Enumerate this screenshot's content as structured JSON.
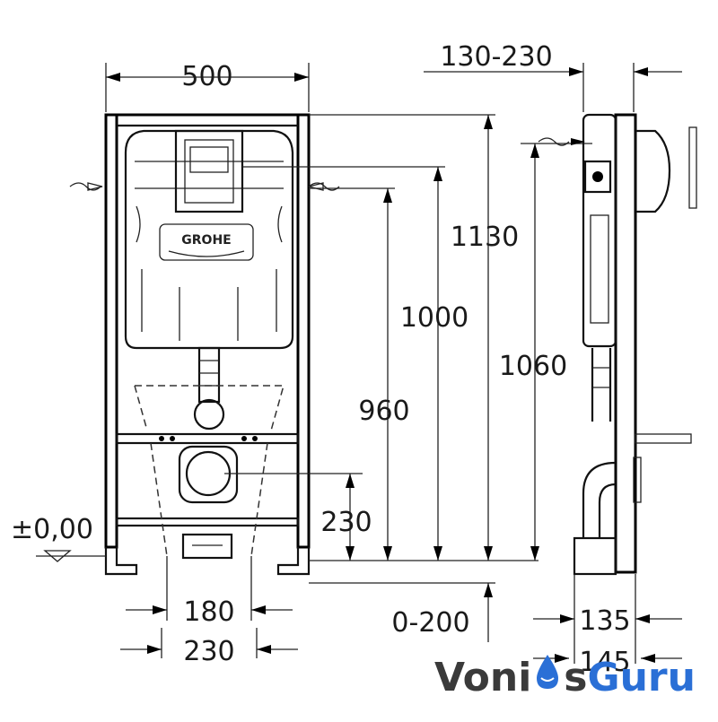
{
  "front_view": {
    "width_label": "500",
    "brand_label": "GROHE",
    "floor_label": "±0,00",
    "dim_180": "180",
    "dim_230_bottom": "230",
    "dim_230_outlet": "230",
    "dim_960": "960",
    "dim_1000": "1000",
    "dim_1130": "1130",
    "dim_1060": "1060",
    "dim_0_200": "0-200"
  },
  "side_view": {
    "depth_label": "130-230",
    "dim_135": "135",
    "dim_145": "145"
  },
  "watermark": {
    "part1": "Voni",
    "part2": "s",
    "part3": "Guru",
    "color_dark": "#3a3a3a",
    "color_accent": "#2a6fd6"
  }
}
